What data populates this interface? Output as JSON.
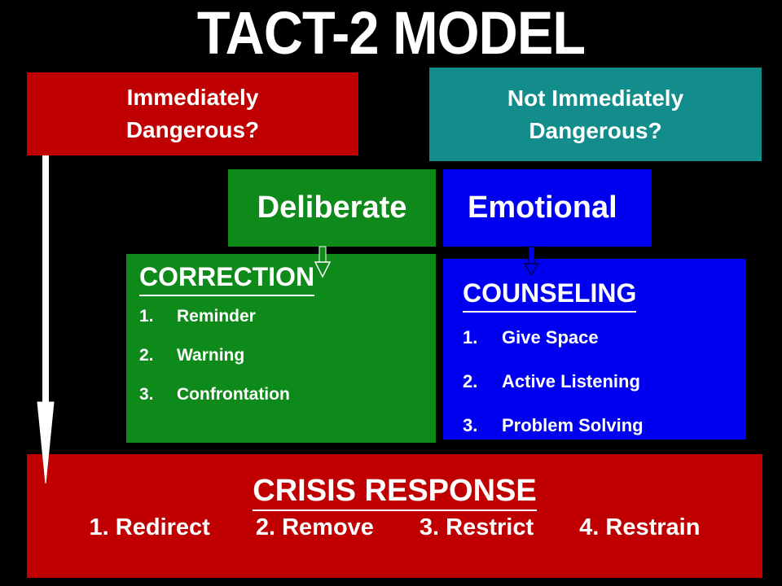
{
  "title": "TACT-2 MODEL",
  "immediately_dangerous": [
    "Immediately",
    "Dangerous?"
  ],
  "not_immediately_dangerous": [
    "Not Immediately",
    "Dangerous?"
  ],
  "deliberate": "Deliberate",
  "emotional": "Emotional",
  "correction": {
    "heading": "CORRECTION",
    "items": [
      {
        "num": "1.",
        "label": "Reminder"
      },
      {
        "num": "2.",
        "label": "Warning"
      },
      {
        "num": "3.",
        "label": "Confrontation"
      }
    ]
  },
  "counseling": {
    "heading": "COUNSELING",
    "items": [
      {
        "num": "1.",
        "label": "Give Space"
      },
      {
        "num": "2.",
        "label": "Active Listening"
      },
      {
        "num": "3.",
        "label": "Problem Solving"
      }
    ]
  },
  "crisis": {
    "heading": "CRISIS RESPONSE",
    "steps": [
      "1. Redirect",
      "2. Remove",
      "3. Restrict",
      "4. Restrain"
    ]
  },
  "colors": {
    "background": "#000000",
    "red": "#c00000",
    "teal": "#138c8c",
    "green": "#0e8a1a",
    "blue": "#0000f0",
    "text": "#ffffff"
  }
}
